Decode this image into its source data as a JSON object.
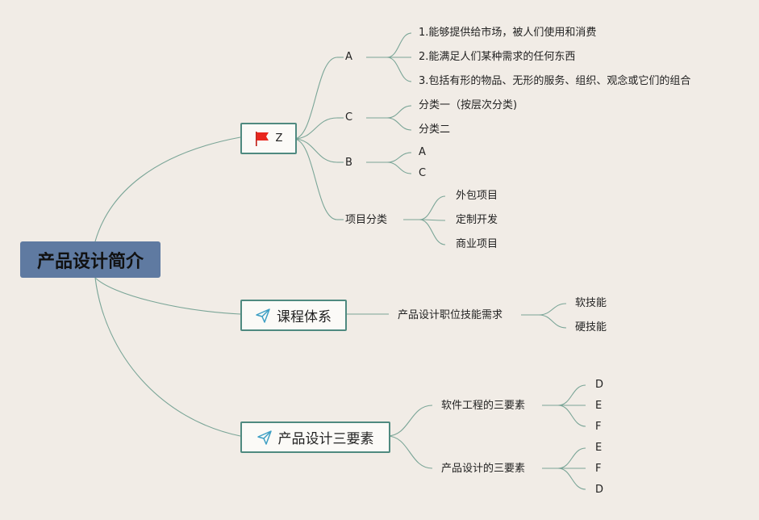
{
  "root": {
    "label": "产品设计简介"
  },
  "branch_z": {
    "label": "Z",
    "icon": "red-flag-icon",
    "a": {
      "label": "A",
      "items": [
        "1.能够提供给市场，被人们使用和消费",
        "2.能满足人们某种需求的任何东西",
        "3.包括有形的物品、无形的服务、组织、观念或它们的组合"
      ]
    },
    "c": {
      "label": "C",
      "items": [
        "分类一（按层次分类)",
        "分类二"
      ]
    },
    "b": {
      "label": "B",
      "items": [
        "A",
        "C"
      ]
    },
    "proj": {
      "label": "项目分类",
      "items": [
        "外包项目",
        "定制开发",
        "商业项目"
      ]
    }
  },
  "branch_course": {
    "label": "课程体系",
    "icon": "paper-plane-icon",
    "child": {
      "label": "产品设计职位技能需求",
      "items": [
        "软技能",
        "硬技能"
      ]
    }
  },
  "branch_three": {
    "label": "产品设计三要素",
    "icon": "paper-plane-icon",
    "soft": {
      "label": "软件工程的三要素",
      "items": [
        "D",
        "E",
        "F"
      ]
    },
    "design": {
      "label": "产品设计的三要素",
      "items": [
        "E",
        "F",
        "D"
      ]
    }
  },
  "colors": {
    "line": "#7aa597",
    "border": "#4f8a80",
    "root_fill": "#5f7aa1",
    "flag": "#e8261d",
    "plane": "#3d9fc4"
  }
}
